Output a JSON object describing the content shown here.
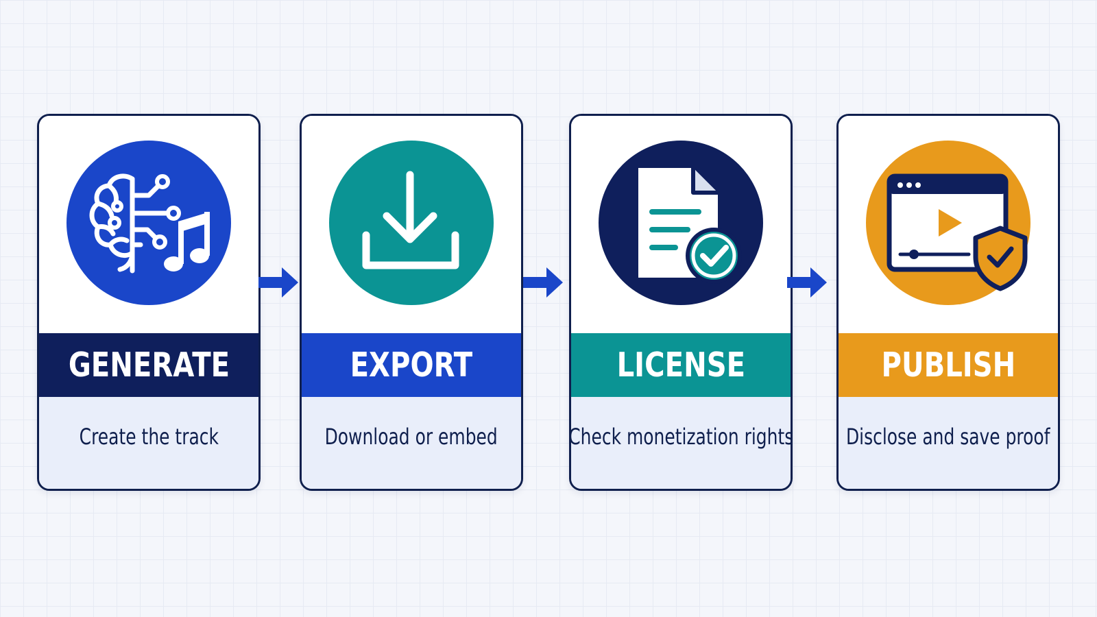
{
  "steps": [
    {
      "title": "GENERATE",
      "description": "Create the track",
      "color": "#0f1f5c",
      "circle_color": "#1a46c9",
      "icon": "brain-music-icon"
    },
    {
      "title": "EXPORT",
      "description": "Download or embed",
      "color": "#1a46c9",
      "circle_color": "#0b9494",
      "icon": "download-icon"
    },
    {
      "title": "LICENSE",
      "description": "Check monetization rights",
      "color": "#0b9494",
      "circle_color": "#0f1f5c",
      "icon": "document-check-icon"
    },
    {
      "title": "PUBLISH",
      "description": "Disclose and save proof",
      "color": "#e89a1c",
      "circle_color": "#e89a1c",
      "icon": "video-shield-icon"
    }
  ],
  "colors": {
    "border": "#0f1f4d",
    "arrow": "#1a46c9",
    "description_background": "#e9eefa",
    "text_dark": "#0f1f4d"
  }
}
